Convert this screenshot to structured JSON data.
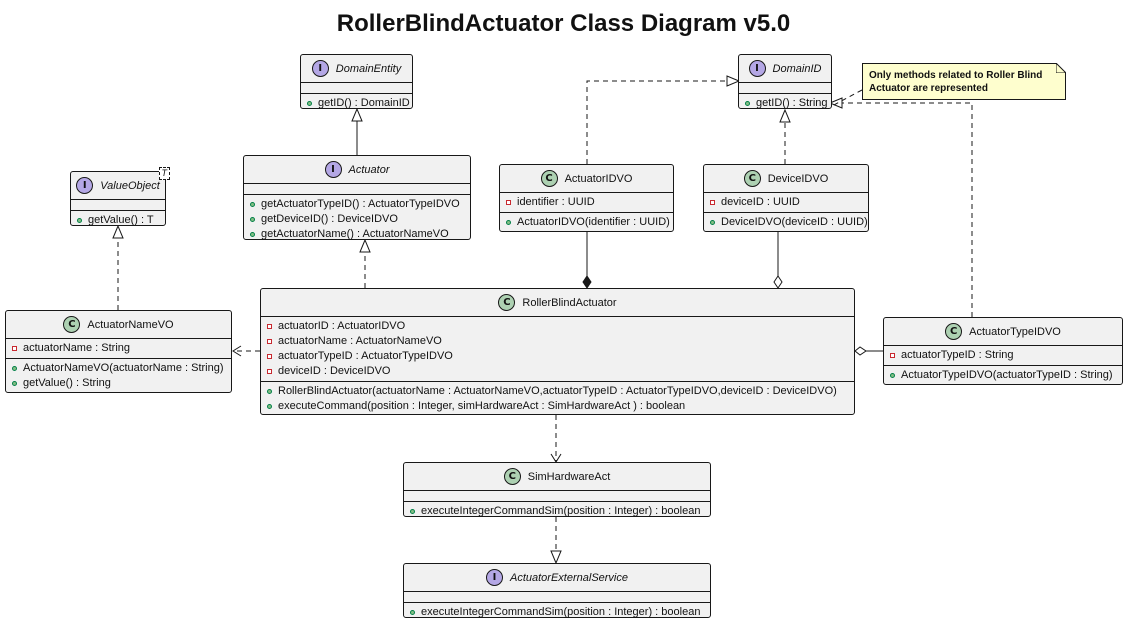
{
  "diagram": {
    "title": "RollerBlindActuator Class Diagram v5.0"
  },
  "note": {
    "line1": "Only methods related to Roller Blind",
    "line2": "Actuator are represented"
  },
  "classes": {
    "domain_entity": {
      "badge": "I",
      "name": "DomainEntity",
      "methods": [
        "getID() : DomainID"
      ]
    },
    "domain_id": {
      "badge": "I",
      "name": "DomainID",
      "methods": [
        "getID() : String"
      ]
    },
    "value_object": {
      "badge": "I",
      "name": "ValueObject",
      "type_param": "T",
      "methods": [
        "getValue() : T"
      ]
    },
    "actuator": {
      "badge": "I",
      "name": "Actuator",
      "methods": [
        "getActuatorTypeID() : ActuatorTypeIDVO",
        "getDeviceID() : DeviceIDVO",
        "getActuatorName() : ActuatorNameVO"
      ]
    },
    "actuator_id_vo": {
      "badge": "C",
      "name": "ActuatorIDVO",
      "fields": [
        "identifier : UUID"
      ],
      "methods": [
        "ActuatorIDVO(identifier : UUID)"
      ]
    },
    "device_id_vo": {
      "badge": "C",
      "name": "DeviceIDVO",
      "fields": [
        "deviceID : UUID"
      ],
      "methods": [
        "DeviceIDVO(deviceID : UUID)"
      ]
    },
    "actuator_name_vo": {
      "badge": "C",
      "name": "ActuatorNameVO",
      "fields": [
        "actuatorName : String"
      ],
      "methods": [
        "ActuatorNameVO(actuatorName : String)",
        "getValue() : String"
      ]
    },
    "roller_blind_actuator": {
      "badge": "C",
      "name": "RollerBlindActuator",
      "fields": [
        "actuatorID : ActuatorIDVO",
        "actuatorName : ActuatorNameVO",
        "actuatorTypeID : ActuatorTypeIDVO",
        "deviceID : DeviceIDVO"
      ],
      "methods": [
        "RollerBlindActuator(actuatorName : ActuatorNameVO,actuatorTypeID : ActuatorTypeIDVO,deviceID : DeviceIDVO)",
        "executeCommand(position : Integer, simHardwareAct : SimHardwareAct ) : boolean"
      ]
    },
    "actuator_type_id_vo": {
      "badge": "C",
      "name": "ActuatorTypeIDVO",
      "fields": [
        "actuatorTypeID : String"
      ],
      "methods": [
        "ActuatorTypeIDVO(actuatorTypeID : String)"
      ]
    },
    "sim_hardware_act": {
      "badge": "C",
      "name": "SimHardwareAct",
      "fields": [],
      "methods": [
        "executeIntegerCommandSim(position : Integer) : boolean"
      ]
    },
    "actuator_external_service": {
      "badge": "I",
      "name": "ActuatorExternalService",
      "fields": [],
      "methods": [
        "executeIntegerCommandSim(position : Integer) : boolean"
      ]
    }
  },
  "colors": {
    "class_fill": "#f1f1f1",
    "border": "#181818",
    "interface_badge": "#b4a7e5",
    "class_badge": "#add1b2",
    "note_fill": "#fefece",
    "public_marker": "#84be84",
    "private_marker": "#c82930"
  }
}
